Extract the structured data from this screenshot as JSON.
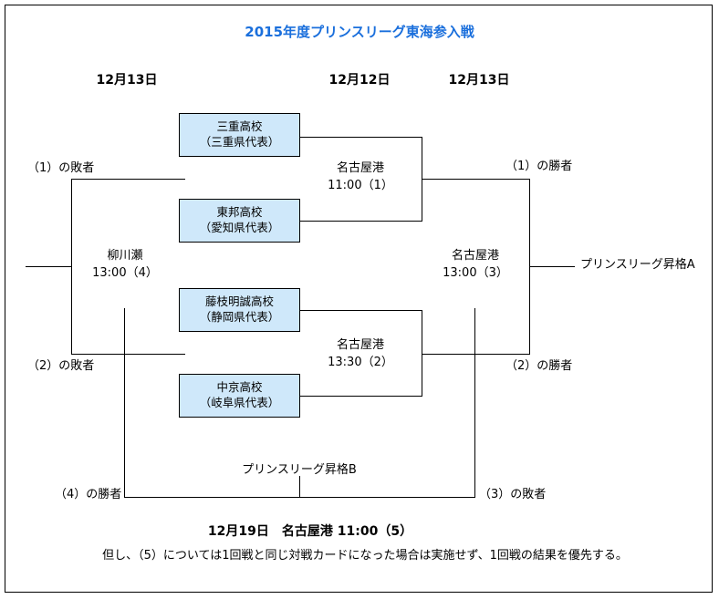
{
  "title": "2015年度プリンスリーグ東海参入戦",
  "title_color": "#1a6fdc",
  "box_fill": "#cfe8fa",
  "date_headers": [
    {
      "label": "12月13日"
    },
    {
      "label": "12月12日"
    },
    {
      "label": "12月13日"
    }
  ],
  "teams": [
    {
      "name": "三重高校",
      "region": "（三重県代表）"
    },
    {
      "name": "東邦高校",
      "region": "（愛知県代表）"
    },
    {
      "name": "藤枝明誠高校",
      "region": "（静岡県代表）"
    },
    {
      "name": "中京高校",
      "region": "（岐阜県代表）"
    }
  ],
  "matches": [
    {
      "venue": "名古屋港",
      "time": "11:00",
      "no": "（1）"
    },
    {
      "venue": "名古屋港",
      "time": "13:30",
      "no": "（2）"
    },
    {
      "venue": "名古屋港",
      "time": "13:00",
      "no": "（3）"
    },
    {
      "venue": "柳川瀬",
      "time": "13:00",
      "no": "（4）"
    }
  ],
  "labels": {
    "loser1": "（1）の敗者",
    "loser2": "（2）の敗者",
    "winner1": "（1）の勝者",
    "winner2": "（2）の勝者",
    "winner4": "（4）の勝者",
    "loser3": "（3）の敗者",
    "promote_a": "プリンスリーグ昇格A",
    "promote_b": "プリンスリーグ昇格B"
  },
  "footer": {
    "line1": "12月19日　名古屋港 11:00（5）",
    "line2": "但し、（5）については1回戦と同じ対戦カードになった場合は実施せず、1回戦の結果を優先する。"
  }
}
